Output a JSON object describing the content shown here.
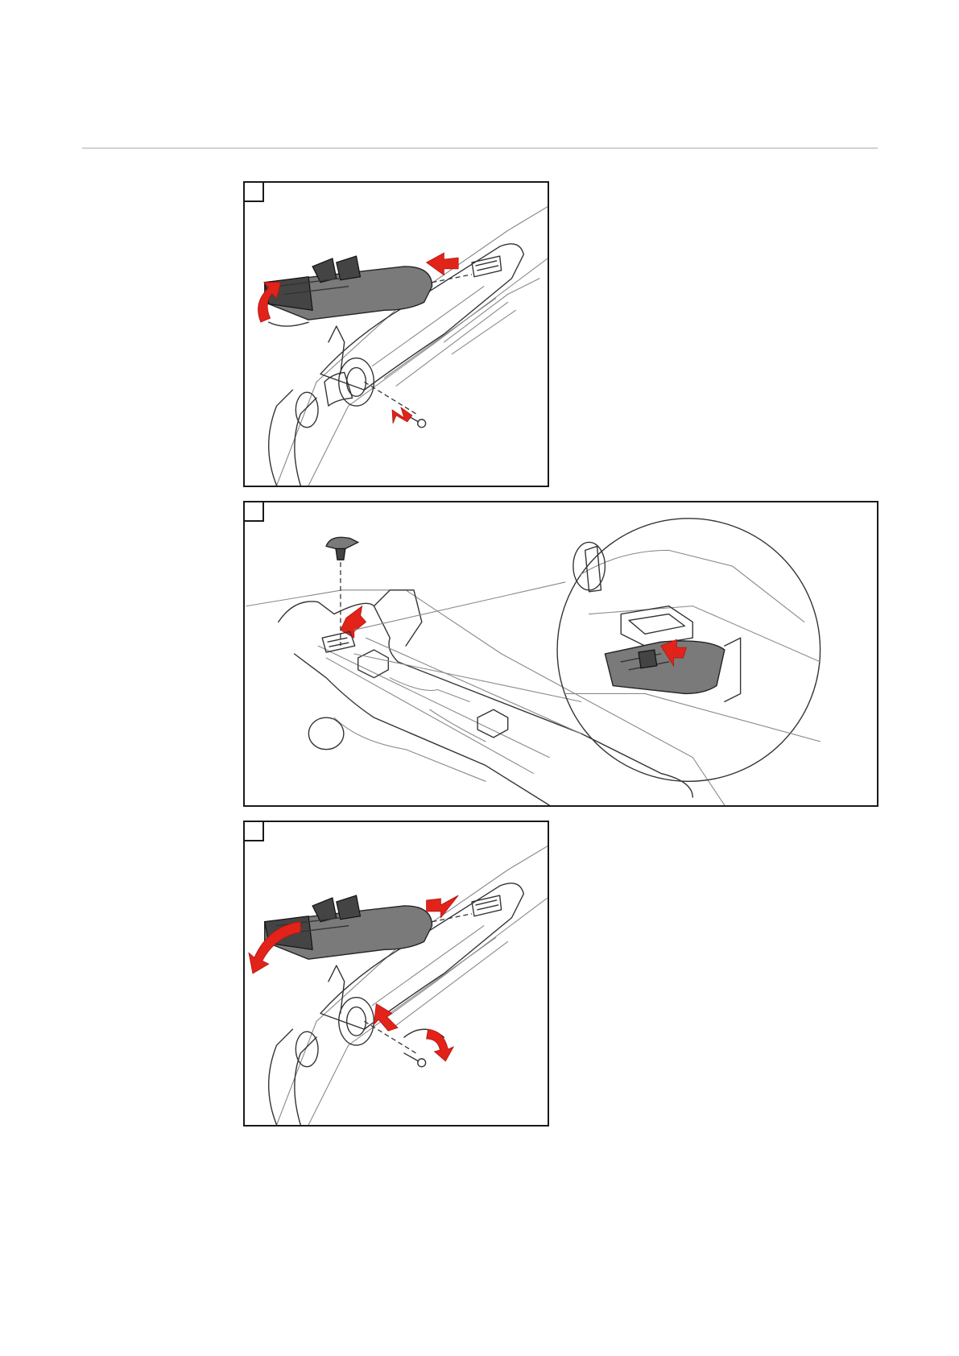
{
  "page": {
    "background": "#ffffff",
    "rule_color": "#d2d2d2",
    "arrow_color": "#e2231a"
  },
  "steps": [
    {
      "id": 1,
      "label": ""
    },
    {
      "id": 2,
      "label": ""
    },
    {
      "id": 3,
      "label": ""
    }
  ]
}
